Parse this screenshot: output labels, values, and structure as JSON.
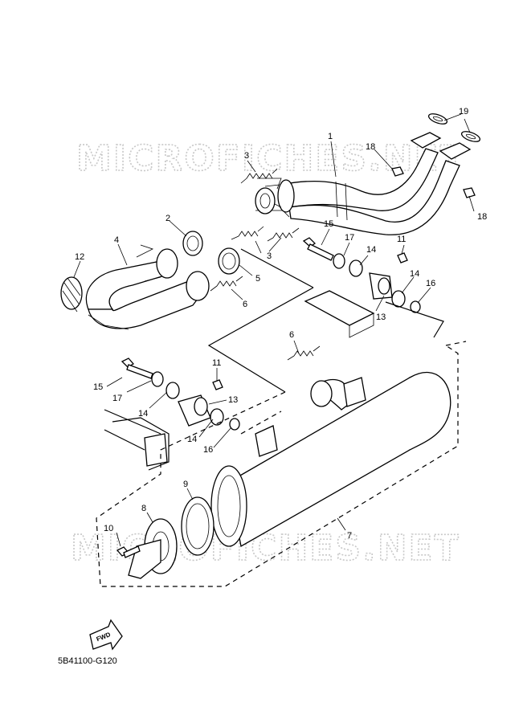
{
  "watermarks": [
    "MICROFICHES.NET",
    "MICROFICHES.NET"
  ],
  "diagram_code": "5B41100-G120",
  "fwd_label": "FWD",
  "labels": {
    "l1": "1",
    "l2": "2",
    "l3a": "3",
    "l3b": "3",
    "l4": "4",
    "l5": "5",
    "l6a": "6",
    "l6b": "6",
    "l7": "7",
    "l8": "8",
    "l9": "9",
    "l10": "10",
    "l11a": "11",
    "l11b": "11",
    "l12": "12",
    "l13a": "13",
    "l13b": "13",
    "l14a": "14",
    "l14b": "14",
    "l14c": "14",
    "l14d": "14",
    "l15a": "15",
    "l15b": "15",
    "l16a": "16",
    "l16b": "16",
    "l17a": "17",
    "l17b": "17",
    "l18a": "18",
    "l18b": "18",
    "l19": "19"
  },
  "colors": {
    "line": "#000000",
    "watermark": "#c8c8c8",
    "background": "#ffffff"
  }
}
